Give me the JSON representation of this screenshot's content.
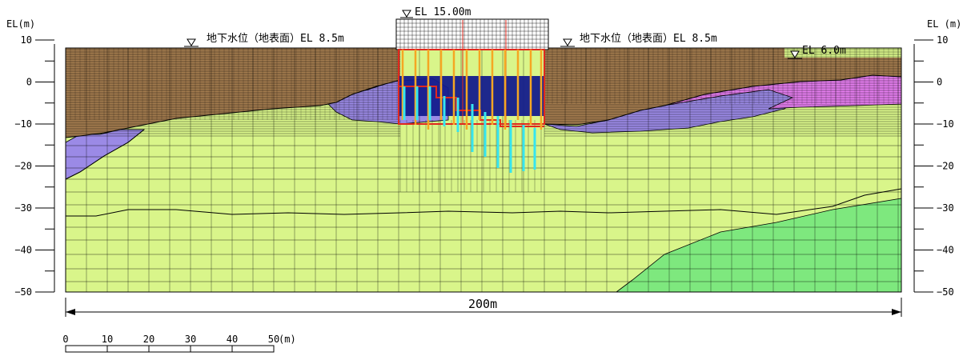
{
  "axis": {
    "left_title": "EL(m)",
    "right_title": "EL (m)",
    "ticks": [
      "10",
      "0",
      "−10",
      "−20",
      "−30",
      "−40",
      "−50"
    ],
    "range": [
      10,
      -50
    ]
  },
  "annotations": {
    "top_level": "EL 15.00m",
    "water_left": "地下水位（地表面）EL 8.5m",
    "water_right": "地下水位（地表面）EL 8.5m",
    "right_level": "EL 6.0m"
  },
  "dimension": {
    "label": "200m"
  },
  "scale_bar": {
    "labels": [
      "0",
      "10",
      "20",
      "30",
      "40",
      "50"
    ],
    "unit": "(m)"
  },
  "colors": {
    "fill_brown": "#a37b4e",
    "embankment_purple": "#9b8ae6",
    "clay_magenta": "#e67ef0",
    "sand_yellowgreen": "#d9f58a",
    "rock_green": "#7ee87e",
    "structure_navy": "#141c8c",
    "pile_cyan": "#35e5f0",
    "pile_orange": "#f5a623",
    "outline_red": "#e0281e",
    "grid_line": "#000000"
  }
}
